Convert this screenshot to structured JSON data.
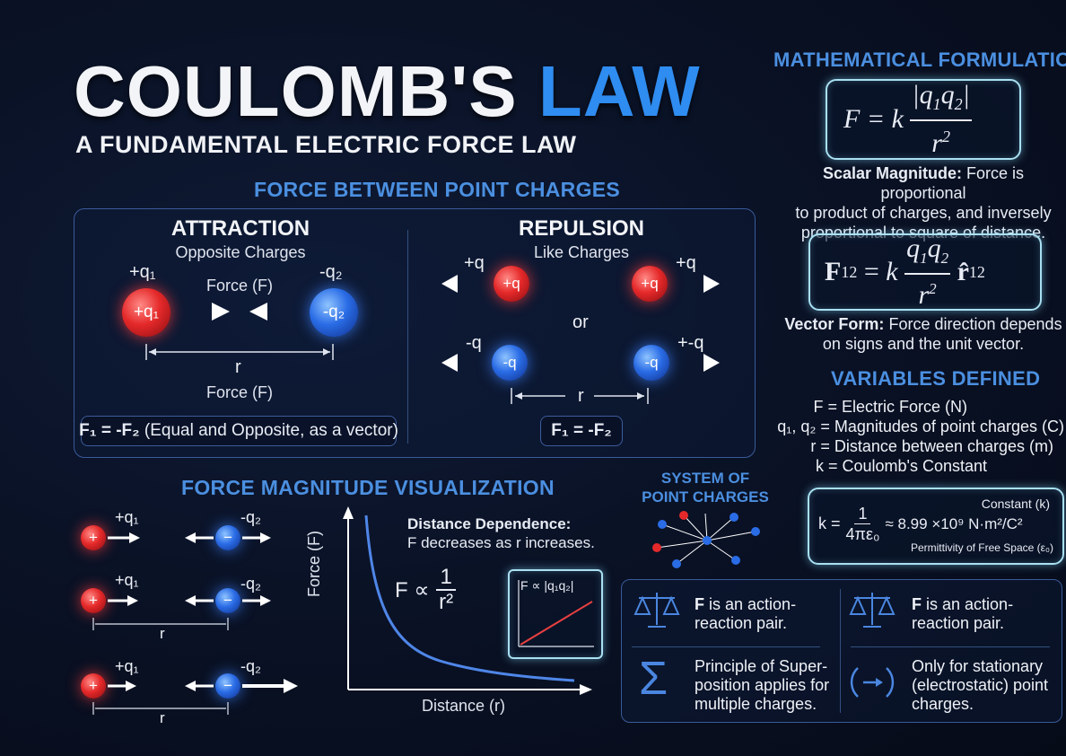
{
  "title": {
    "main": "COULOMB'S",
    "accent": "LAW",
    "subtitle": "A FUNDAMENTAL ELECTRIC FORCE LAW"
  },
  "force_section": {
    "heading": "FORCE BETWEEN POINT CHARGES",
    "attraction": {
      "title": "ATTRACTION",
      "subtitle": "Opposite Charges",
      "label_left": "+q₁",
      "label_right": "-q₂",
      "ball_left": "+q₁",
      "ball_right": "-q₂",
      "force_top": "Force (F)",
      "force_bottom": "Force (F)",
      "distance": "r",
      "equation_bold": "F₁ = -F₂",
      "equation_rest": "(Equal and Opposite, as a vector)"
    },
    "repulsion": {
      "title": "REPULSION",
      "subtitle": "Like Charges",
      "pos_label": "+q",
      "pos_ball": "+q",
      "neg_label": "-q",
      "neg_ball": "-q",
      "neg_label_right": "+-q",
      "or": "or",
      "distance": "r",
      "equation": "F₁ = -F₂"
    }
  },
  "magnitude_section": {
    "heading": "FORCE MAGNITUDE VISUALIZATION",
    "rows": [
      {
        "q1": "+q₁",
        "q2": "-q₂",
        "plus": "+",
        "minus": "−",
        "distance": ""
      },
      {
        "q1": "+q₁",
        "q2": "-q₂",
        "plus": "+",
        "minus": "−",
        "distance": "r"
      },
      {
        "q1": "+q₁",
        "q2": "-q₂",
        "plus": "+",
        "minus": "−",
        "distance": "r"
      }
    ],
    "distance_dependence_bold": "Distance Dependence:",
    "distance_dependence_text": "F decreases as r increases.",
    "proportional_lhs": "F ∝",
    "proportional_num": "1",
    "proportional_den": "r²",
    "y_axis": "Force (F)",
    "x_axis": "Distance (r)",
    "inset_label": "F ∝ |q₁q₂|"
  },
  "system": {
    "title_line1": "SYSTEM OF",
    "title_line2": "POINT CHARGES"
  },
  "math": {
    "heading": "MATHEMATICAL FORMULATION",
    "scalar_bold": "Scalar Magnitude:",
    "scalar_text_1": "Force is proportional",
    "scalar_text_2": "to product of charges, and inversely",
    "scalar_text_3": "proportional to square of distance.",
    "vector_bold": "Vector Form:",
    "vector_text_1": "Force direction depends",
    "vector_text_2": "on signs and the unit vector."
  },
  "variables": {
    "heading": "VARIABLES DEFINED",
    "items": [
      "F = Electric Force (N)",
      "q₁, q₂ = Magnitudes of point charges (C)",
      "r = Distance between charges (m)",
      "k = Coulomb's Constant"
    ]
  },
  "constant": {
    "label": "Constant (k)",
    "k_eq": "k =",
    "num": "1",
    "den": "4πε₀",
    "value": "≈ 8.99 ×10⁹ N·m²/C²",
    "note": "Permittivity of Free Space (ε₀)"
  },
  "facts": [
    {
      "bold": "F",
      "text_1": "is an action-",
      "text_2": "reaction pair.",
      "icon": "balance-scale-icon"
    },
    {
      "bold": "F",
      "text_1": "is an action-",
      "text_2": "reaction pair.",
      "icon": "balance-scale-icon"
    },
    {
      "text_1": "Principle of Super-",
      "text_2": "position applies for",
      "text_3": "multiple charges.",
      "icon": "sigma-icon"
    },
    {
      "text_1": "Only for stationary",
      "text_2": "(electrostatic) point",
      "text_3": "charges.",
      "icon": "stationary-charge-icon"
    }
  ],
  "colors": {
    "accent": "#2f8cf0",
    "heading": "#4b8fe0",
    "positive": "#e5292a",
    "negative": "#2a6ce6",
    "glow": "#a9e0f2"
  }
}
